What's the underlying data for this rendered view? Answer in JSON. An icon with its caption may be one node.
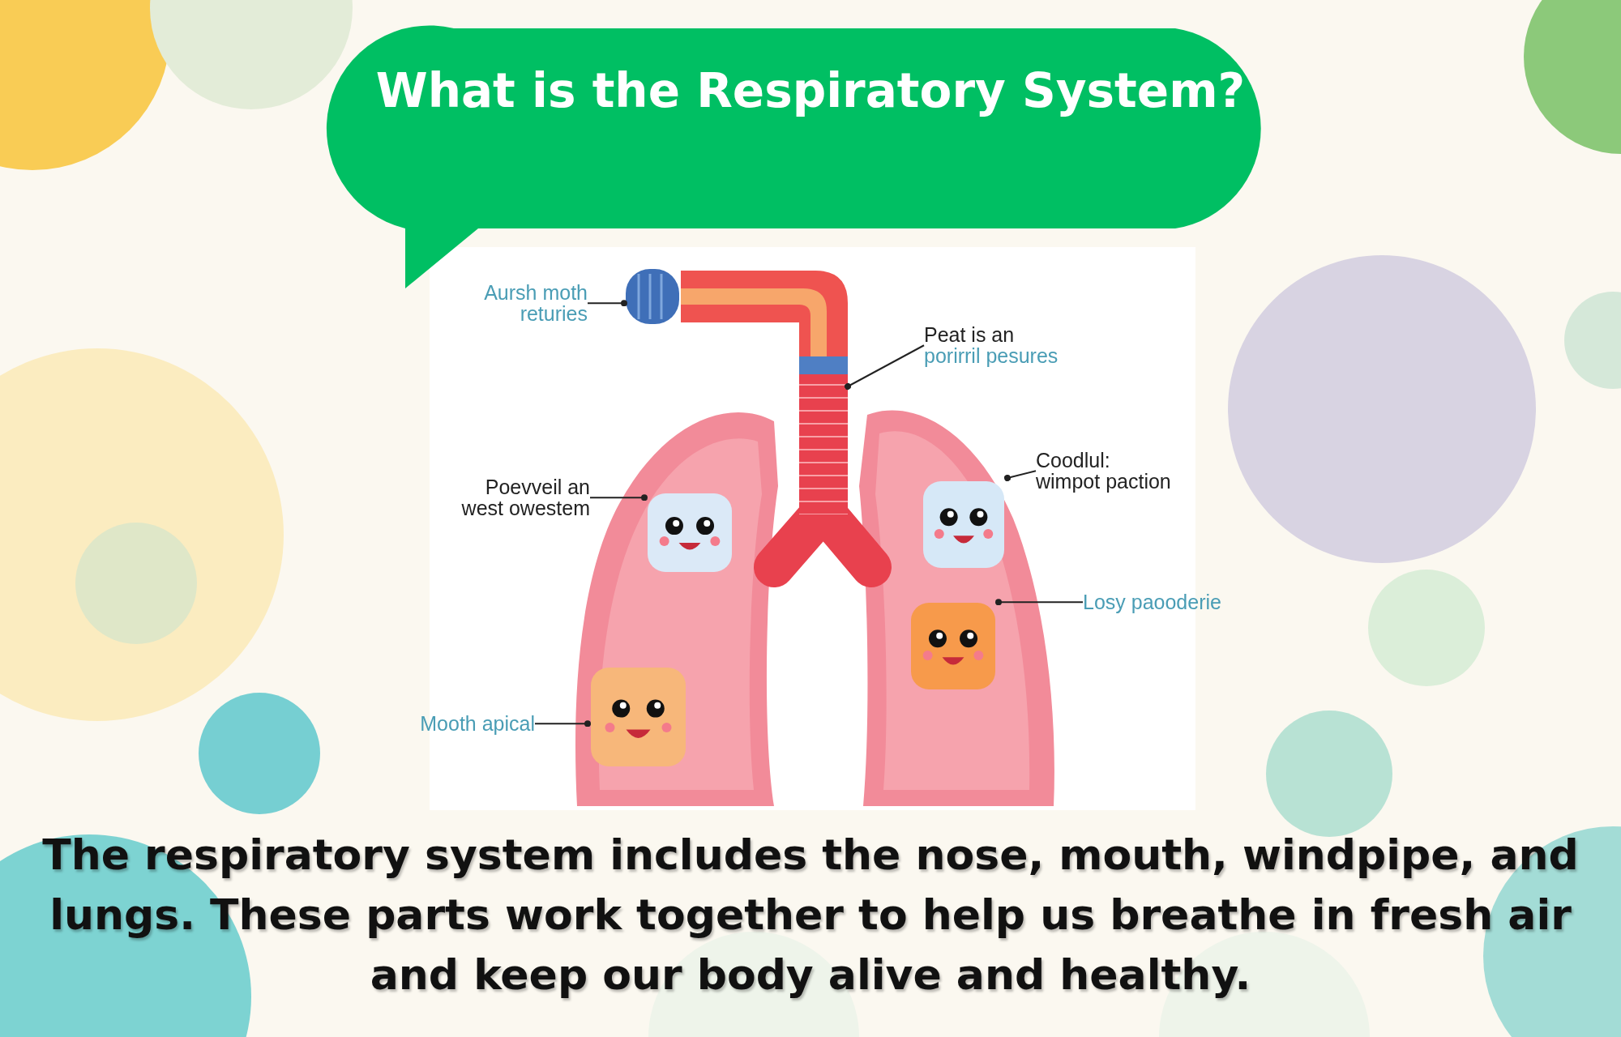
{
  "diagram": {
    "title": "What is the Respiratory System?",
    "caption": "The respiratory system includes the nose, mouth, windpipe, and lungs. These parts work together to help us breathe in fresh air and keep our body alive and healthy.",
    "nodes": [
      {
        "text": [
          "Aursh moth returies"
        ]
      },
      {
        "text": [],
        "shape": "picture"
      },
      {
        "text": [
          "Peat is an",
          "porirril pesures"
        ]
      },
      {
        "text": [],
        "shape": "picture"
      },
      {
        "text": [
          "Poevveil an west owestem"
        ]
      },
      {
        "text": [],
        "shape": "picture"
      },
      {
        "text": [
          "Coodlul: wimpot paction"
        ]
      },
      {
        "text": [],
        "shape": "picture"
      },
      {
        "text": [
          "Losy paooderie"
        ]
      },
      {
        "text": [],
        "shape": "picture"
      },
      {
        "text": [
          "Mooth apical"
        ]
      },
      {
        "text": [],
        "shape": "picture"
      }
    ],
    "edges": [
      {
        "from": 0,
        "to": 1,
        "arrow": "other"
      },
      {
        "from": 2,
        "to": 3,
        "arrow": "other"
      },
      {
        "from": 4,
        "to": 5,
        "arrow": "other"
      },
      {
        "from": 6,
        "to": 7,
        "arrow": "other"
      },
      {
        "from": 8,
        "to": 9,
        "arrow": "other"
      },
      {
        "from": 10,
        "to": 11,
        "arrow": "other"
      }
    ]
  }
}
